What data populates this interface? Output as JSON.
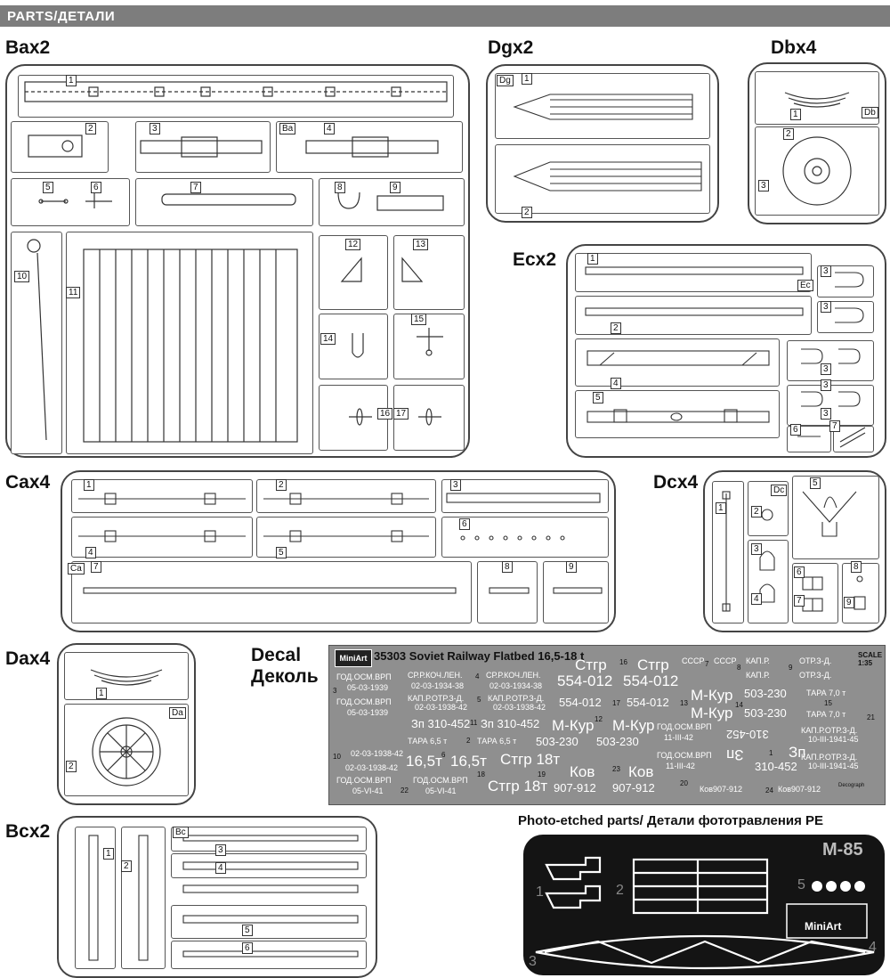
{
  "header": {
    "label": "PARTS/ДЕТАЛИ"
  },
  "titles": {
    "ba": "Bax2",
    "dg": "Dgx2",
    "db": "Dbx4",
    "ec": "Ecx2",
    "ca": "Cax4",
    "dc": "Dcx4",
    "da": "Dax4",
    "bc": "Bcx2",
    "decal_en": "Decal",
    "decal_ru": "Деколь",
    "pe": "Photo-etched parts/ Детали фототравления PE"
  },
  "sprue_tags": {
    "ba": "Ba",
    "dg": "Dg",
    "db": "Db",
    "ec": "Ec",
    "ca": "Ca",
    "dc": "Dc",
    "da": "Da",
    "bc": "Bc"
  },
  "ba_parts": [
    "1",
    "2",
    "3",
    "4",
    "5",
    "6",
    "7",
    "8",
    "9",
    "10",
    "11",
    "12",
    "13",
    "14",
    "15",
    "16",
    "17"
  ],
  "dg_parts": [
    "1",
    "2"
  ],
  "db_parts": [
    "1",
    "2",
    "3"
  ],
  "ec_parts": [
    "1",
    "2",
    "3",
    "3",
    "3",
    "3",
    "3",
    "4",
    "5",
    "6",
    "7"
  ],
  "ca_parts": [
    "1",
    "2",
    "3",
    "4",
    "5",
    "6",
    "7",
    "8",
    "9"
  ],
  "dc_parts": [
    "1",
    "2",
    "3",
    "4",
    "5",
    "6",
    "7",
    "8",
    "9"
  ],
  "da_parts": [
    "1",
    "2"
  ],
  "bc_parts": [
    "1",
    "2",
    "3",
    "4",
    "5",
    "6"
  ],
  "decal": {
    "brand": "MiniArt",
    "title": "35303 Soviet Railway Flatbed 16,5-18 t",
    "scale": "SCALE 1:35",
    "texts": {
      "god1": "ГОД.ОСМ.ВРП",
      "date1": "05-03-1939",
      "god2": "ГОД.ОСМ.ВРП",
      "date2": "05-03-1939",
      "srp1": "СР.Р.КОЧ.ЛЕН.",
      "srp1d": "02-03-1934-38",
      "srp2": "СР.Р.КОЧ.ЛЕН.",
      "srp2d": "02-03-1934-38",
      "kap1": "КАП.Р.ОТР.З-Д.",
      "kap1d": "02-03-1938-42",
      "kap2": "КАП.Р.ОТР.З-Д.",
      "kap2d": "02-03-1938-42",
      "stgr1": "Стгр",
      "stgr2": "Стгр",
      "n554a": "554-012",
      "n554b": "554-012",
      "n554c": "554-012",
      "n554d": "554-012",
      "cccp1": "СССР",
      "cccp2": "СССР",
      "kapr1": "КАП.Р.",
      "kapr2": "КАП.Р.",
      "otr1": "ОТР.З-Д.",
      "otr2": "ОТР.З-Д.",
      "mkur1": "М-Кур",
      "mkur2": "М-Кур",
      "mkur3": "М-Кур",
      "mkur4": "М-Кур",
      "n503a": "503-230",
      "n503b": "503-230",
      "n503c": "503-230",
      "n503d": "503-230",
      "tara1": "ТАРА 7,0 т",
      "tara2": "ТАРА 7,0 т",
      "zp1": "Зп 310-452",
      "zp2": "Зп 310-452",
      "tara65a": "ТАРА 6,5 т",
      "tara65b": "ТАРА 6,5 т",
      "god3": "ГОД.ОСМ.ВРП",
      "date3": "11-III-42",
      "god4": "ГОД.ОСМ.ВРП",
      "date4": "11-III-42",
      "rot1": "310-452",
      "rot2": "Зп",
      "kap3": "КАП.Р.ОТР.З-Д.",
      "kap3d": "10-III-1941-45",
      "kap4": "КАП.Р.ОТР.З-Д.",
      "kap4d": "10-III-1941-45",
      "zp3": "Зп",
      "n310": "310-452",
      "d1938a": "02-03-1938-42",
      "d1938b": "02-03-1938-42",
      "t165a": "16,5т",
      "t165b": "16,5т",
      "stgr18a": "Стгр 18т",
      "stgr18b": "Стгр 18т",
      "kov1": "Ков",
      "kov2": "Ков",
      "n907a": "907-912",
      "n907b": "907-912",
      "kov3": "Ков907-912",
      "kov4": "Ков907-912",
      "god5": "ГОД.ОСМ.ВРП",
      "date5": "05-VI-41",
      "god6": "ГОД.ОСМ.ВРП",
      "date6": "05-VI-41",
      "printer": "Decograph"
    },
    "numbers": [
      "1",
      "2",
      "3",
      "4",
      "5",
      "6",
      "7",
      "8",
      "9",
      "10",
      "11",
      "12",
      "13",
      "14",
      "15",
      "16",
      "17",
      "18",
      "19",
      "20",
      "21",
      "22",
      "23",
      "24"
    ]
  },
  "pe": {
    "model": "M-85",
    "brand": "MiniArt",
    "parts": [
      "1",
      "2",
      "3",
      "4",
      "5"
    ]
  }
}
